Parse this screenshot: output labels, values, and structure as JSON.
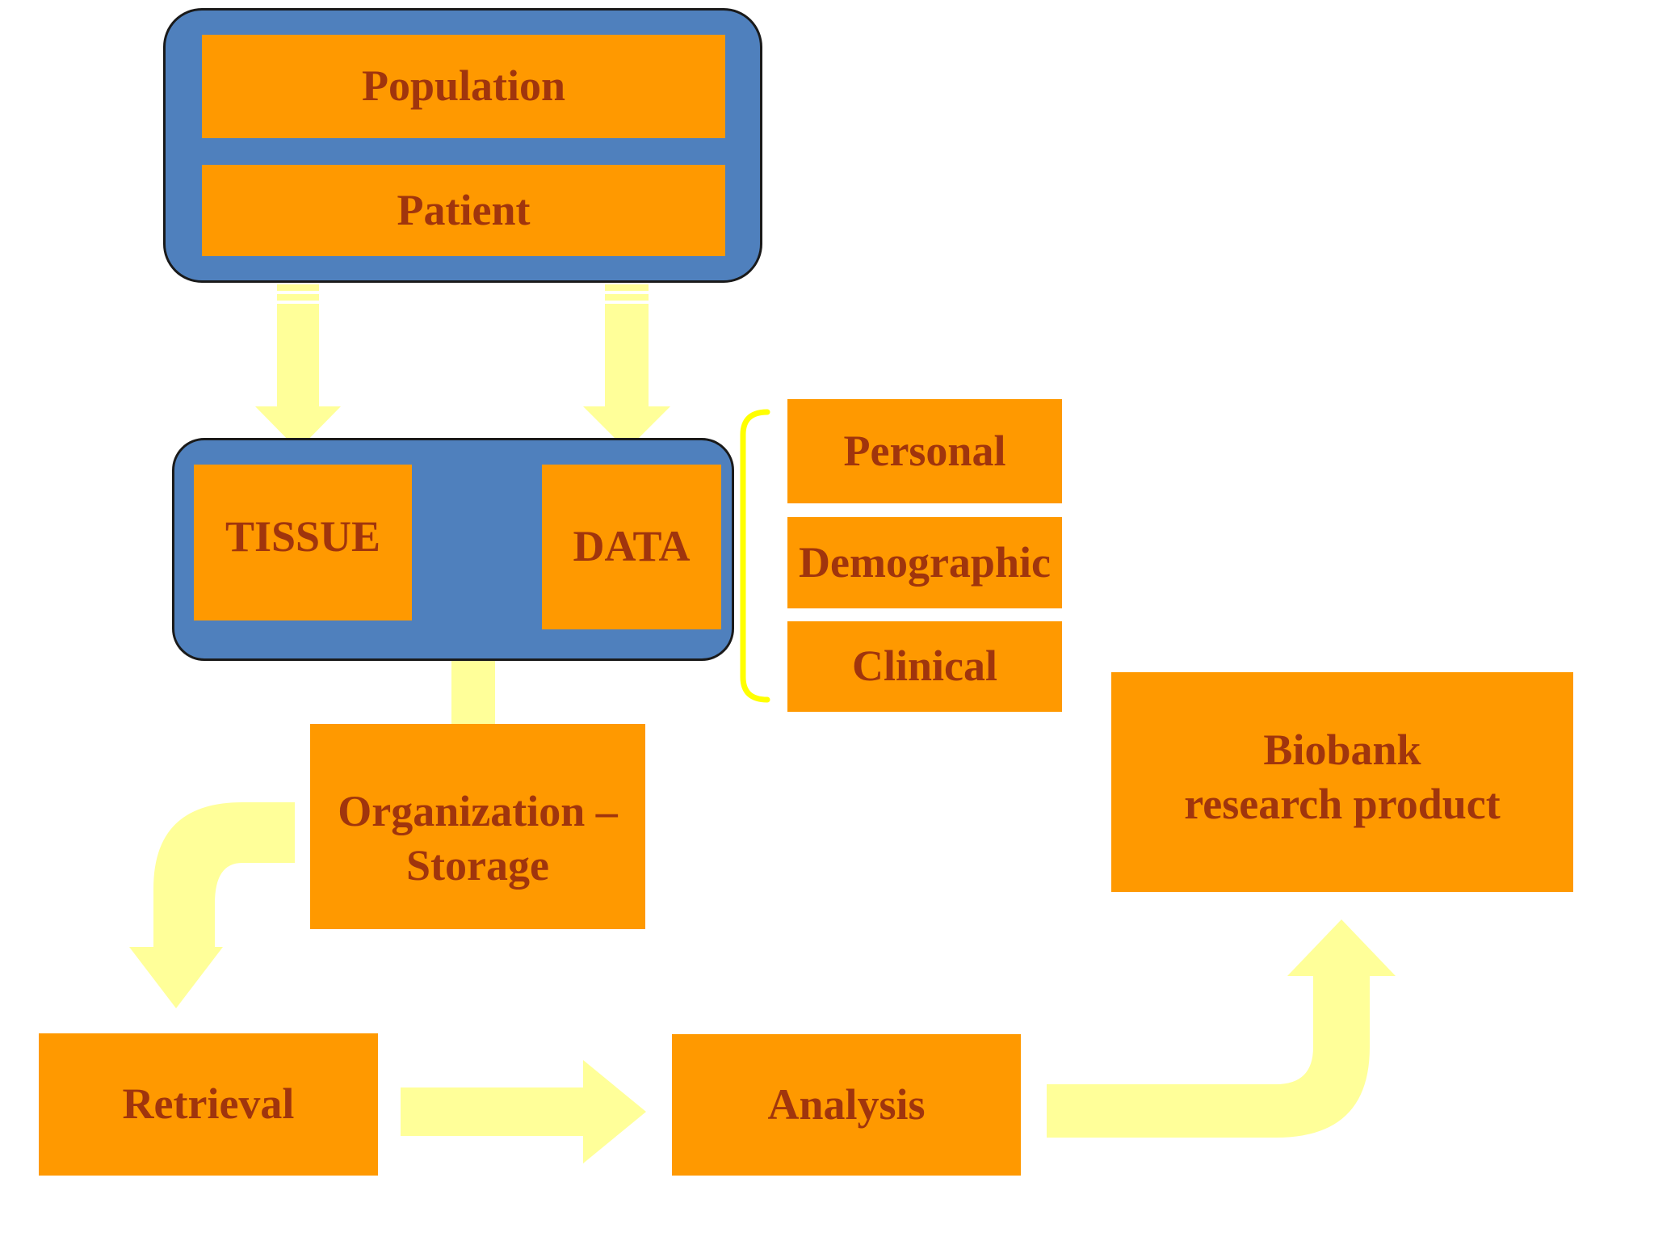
{
  "diagram": {
    "source_group": {
      "population": "Population",
      "patient": "Patient"
    },
    "collection_group": {
      "tissue": "TISSUE",
      "data": "DATA"
    },
    "data_types": [
      "Personal",
      "Demographic",
      "Clinical"
    ],
    "organization_storage": {
      "line1": "Organization –",
      "line2": "Storage"
    },
    "retrieval": "Retrieval",
    "analysis": "Analysis",
    "biobank_product": {
      "line1": "Biobank",
      "line2": "research product"
    }
  },
  "colors": {
    "container_blue": "#4f80bd",
    "box_orange": "#ff9900",
    "text_brown": "#a0350d",
    "arrow_yellow": "#ffff99",
    "brace_yellow": "#ffff00"
  }
}
